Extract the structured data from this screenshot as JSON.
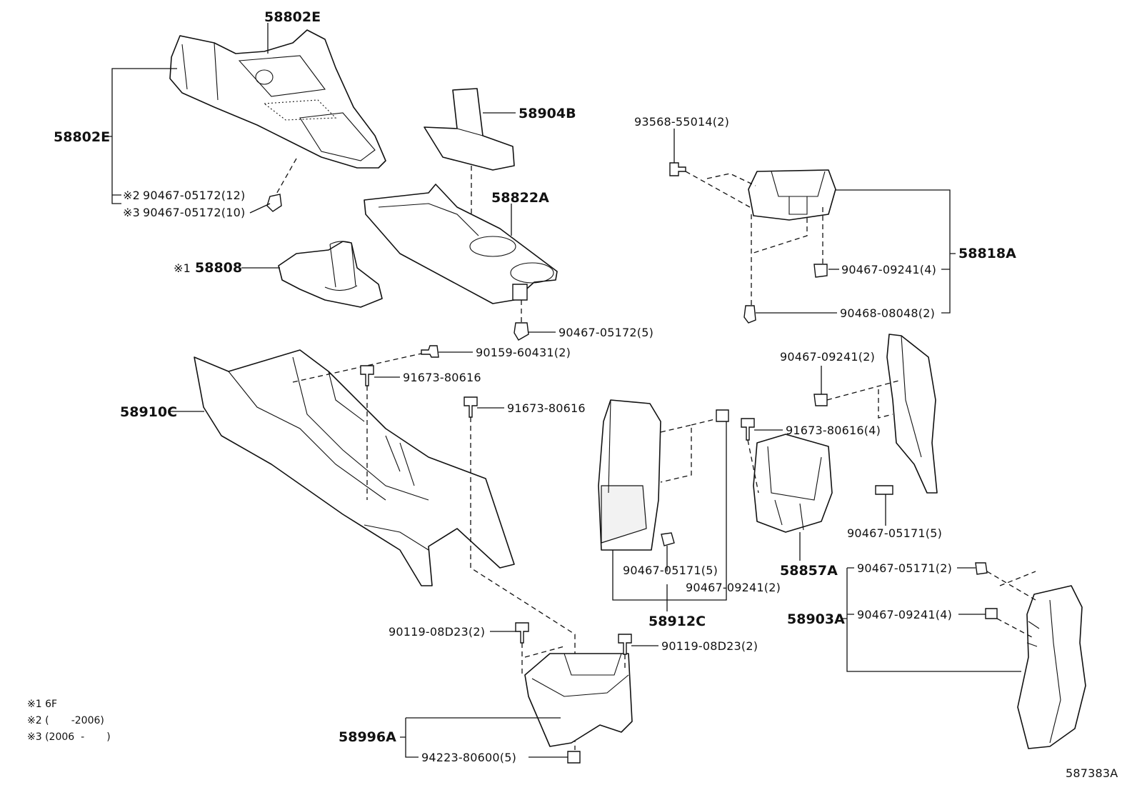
{
  "diagram_id": "587383A",
  "colors": {
    "line": "#111111",
    "background": "#ffffff"
  },
  "part_numbers": {
    "p58802E_top": "58802E",
    "p58802E_side": "58802E",
    "p58904B": "58904B",
    "p58822A": "58822A",
    "p58808": "58808",
    "p58910C": "58910C",
    "p58818A": "58818A",
    "p58857A": "58857A",
    "p58912C": "58912C",
    "p58903A": "58903A",
    "p58996A": "58996A"
  },
  "fasteners": {
    "f90467_05172_12": "90467-05172(12)",
    "f90467_05172_10": "90467-05172(10)",
    "f93568_55014": "93568-55014(2)",
    "f90467_09241_4a": "90467-09241(4)",
    "f90468_08048": "90468-08048(2)",
    "f90467_05172_5": "90467-05172(5)",
    "f90159_60431": "90159-60431(2)",
    "f91673_80616_a": "91673-80616",
    "f91673_80616_b": "91673-80616",
    "f90467_09241_2a": "90467-09241(2)",
    "f91673_80616_4": "91673-80616(4)",
    "f90467_05171_5a": "90467-05171(5)",
    "f90467_05171_5b": "90467-05171(5)",
    "f90467_09241_2b": "90467-09241(2)",
    "f90467_05171_2": "90467-05171(2)",
    "f90467_09241_4b": "90467-09241(4)",
    "f90119_08D23_left": "90119-08D23(2)",
    "f90119_08D23_right": "90119-08D23(2)",
    "f94223_80600": "94223-80600(5)"
  },
  "marks": {
    "m1": "※1",
    "m2": "※2",
    "m3": "※3"
  },
  "notes": {
    "n1": "※1 6F",
    "n2": "※2 (       -2006)",
    "n3": "※3 (2006  -       )"
  }
}
